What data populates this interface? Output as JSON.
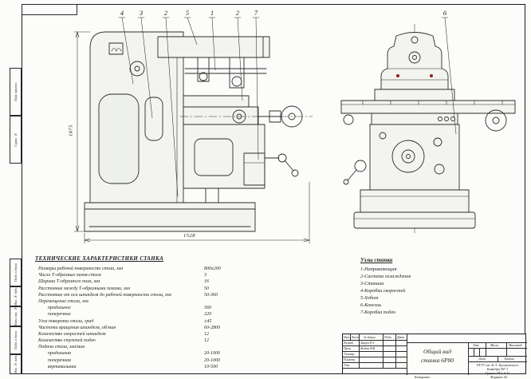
{
  "page": {
    "copied_label": "Копировал",
    "format_label": "Формат А2"
  },
  "callouts": {
    "left": [
      "4",
      "3",
      "2",
      "5",
      "1",
      "2",
      "7"
    ],
    "right": [
      "6"
    ]
  },
  "dims": {
    "height": "1875",
    "length": "1528"
  },
  "specs": {
    "title": "ТЕХНИЧЕСКИЕ ХАРАКТЕРИСТИКИ СТАНКА",
    "rows": [
      {
        "label": "Размеры рабочей поверхности стола, мм",
        "value": "800х200"
      },
      {
        "label": "Число Т-образных пазов стола",
        "value": "3"
      },
      {
        "label": "Ширина Т-образного паза, мм",
        "value": "16"
      },
      {
        "label": "Расстояние между Т-образными пазами, мм",
        "value": "50"
      },
      {
        "label": "Расстояние от оси шпинделя до рабочей поверхности стола, мм",
        "value": "50-360"
      },
      {
        "label": "Перемещение стола, мм",
        "value": ""
      },
      {
        "label": "продольное",
        "value": "560"
      },
      {
        "label": "поперечное",
        "value": "220"
      },
      {
        "label": "Угол поворота стола, град",
        "value": "±45"
      },
      {
        "label": "Частота вращения шпинделя, об/мин",
        "value": "60-2800"
      },
      {
        "label": "Количество скоростей шпинделя",
        "value": "12"
      },
      {
        "label": "Количество ступеней подач",
        "value": "12"
      },
      {
        "label": "Подача стола, мм/мин",
        "value": ""
      },
      {
        "label": "продольная",
        "value": "20-1000"
      },
      {
        "label": "поперечная",
        "value": "20-1000"
      },
      {
        "label": "вертикальная",
        "value": "10-500"
      }
    ]
  },
  "units": {
    "title": "Узлы станка",
    "items": [
      "1-Направляющая",
      "2-Система охлаждения",
      "3-Станина",
      "4-Коробка скоростей",
      "5-Хобот",
      "6-Консоль",
      "7-Коробка подач"
    ]
  },
  "titleblock": {
    "header": {
      "izm": "Изм.",
      "list": "Лист",
      "doc": "№ докум.",
      "sign": "Подп.",
      "date": "Дата"
    },
    "roles": [
      {
        "role": "Разраб.",
        "name": "Зверев Р.А."
      },
      {
        "role": "Пров.",
        "name": "Жадик В.В."
      },
      {
        "role": "Т.контр.",
        "name": ""
      },
      {
        "role": "Н.контр.",
        "name": ""
      },
      {
        "role": "Утв.",
        "name": ""
      }
    ],
    "title_line1": "Общий вид",
    "title_line2": "станка 6Р80",
    "lit": "Лит.",
    "mass": "Масса",
    "scale": "Масштаб",
    "sheet": "Лист",
    "sheets": "Листов",
    "org": [
      "РГТУ им. К.Э. Циолковского",
      "Кафедра ПГ-1",
      "Группа ПГ1 3-11"
    ]
  },
  "margins": {
    "labels": [
      "Перв. примен.",
      "Справ. №",
      "Подп. и дата",
      "Инв. № дубл.",
      "Взам. инв. №",
      "Подп. и дата",
      "Инв. № подл."
    ]
  }
}
